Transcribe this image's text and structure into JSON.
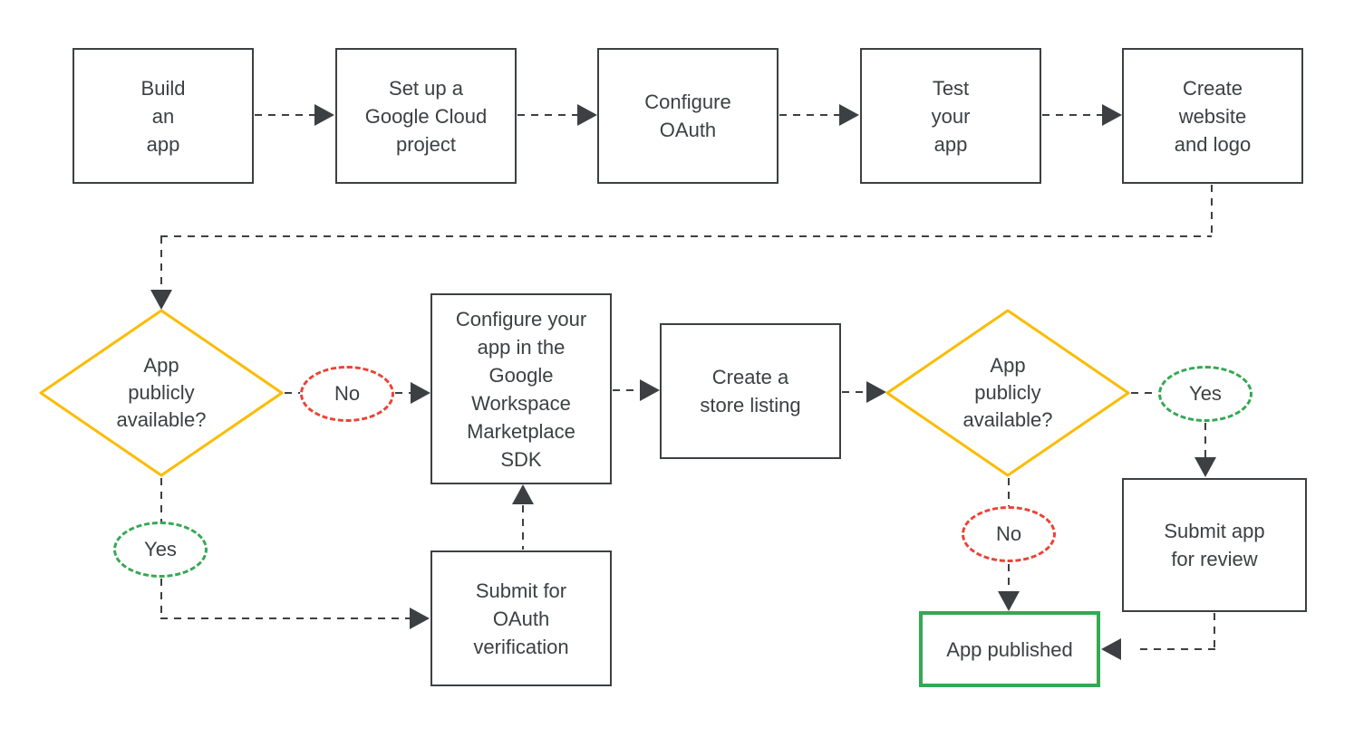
{
  "diagram": {
    "type": "flowchart",
    "topic": "Publish an app to the Google Workspace Marketplace",
    "nodes": {
      "build_app": {
        "label": "Build\nan\napp"
      },
      "setup_project": {
        "label": "Set up a\nGoogle Cloud\nproject"
      },
      "configure_oauth": {
        "label": "Configure\nOAuth"
      },
      "test_app": {
        "label": "Test\nyour\napp"
      },
      "create_website": {
        "label": "Create\nwebsite\nand logo"
      },
      "configure_sdk": {
        "label": "Configure your\napp in the\nGoogle\nWorkspace\nMarketplace\nSDK"
      },
      "store_listing": {
        "label": "Create a\nstore listing"
      },
      "submit_oauth": {
        "label": "Submit for\nOAuth\nverification"
      },
      "submit_review": {
        "label": "Submit app\nfor review"
      },
      "app_published": {
        "label": "App published"
      }
    },
    "decisions": {
      "decision1": {
        "label": "App\npublicly\navailable?"
      },
      "decision2": {
        "label": "App\npublicly\navailable?"
      }
    },
    "edge_labels": {
      "no1": "No",
      "yes1": "Yes",
      "yes2": "Yes",
      "no2": "No"
    },
    "colors": {
      "node_border": "#3c4043",
      "text": "#3c4043",
      "connector": "#3c4043",
      "decision_border": "#fbbc04",
      "no_border": "#ea4335",
      "yes_border": "#34a853",
      "published_border": "#34a853",
      "background": "#ffffff"
    }
  }
}
